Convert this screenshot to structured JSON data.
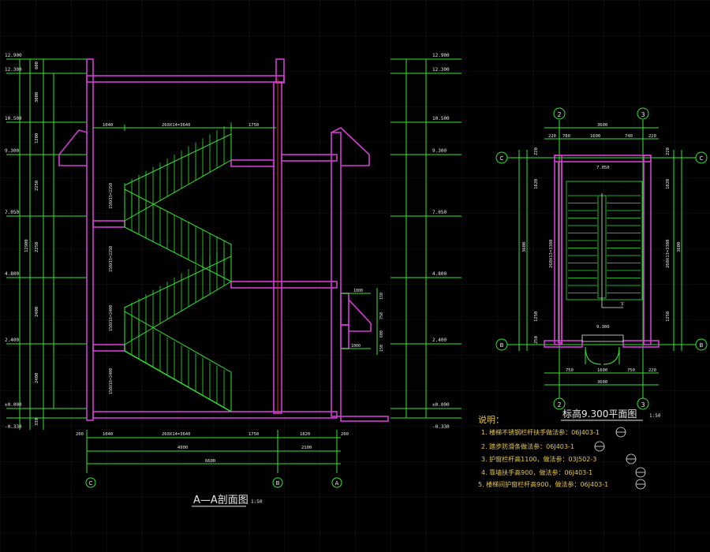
{
  "colors": {
    "background": "#000000",
    "wall": "#d23cd2",
    "stair": "#33e633",
    "dimension": "#33e633",
    "axis": "#e0e0e0",
    "text": "#e8e8e8",
    "note": "#e6c84a",
    "grid": "#1a1a1a",
    "red": "#e03030"
  },
  "section": {
    "title": "A—A剖面图",
    "scale": "1:50",
    "axis_labels": [
      "C",
      "B",
      "A"
    ],
    "left_elevations": [
      "12.900",
      "12.300",
      "10.500",
      "9.300",
      "7.050",
      "4.800",
      "2.400",
      "±0.000",
      "-0.330"
    ],
    "right_elevations": [
      "12.900",
      "12.300",
      "10.500",
      "9.300",
      "7.050",
      "4.800",
      "2.400",
      "±0.000",
      "-0.330"
    ],
    "left_dims": [
      "600",
      "3000",
      "1200",
      "2250",
      "2250",
      "2400",
      "2400",
      "330"
    ],
    "total_height": "12900",
    "bottom_dims_row1": [
      "200",
      "1040",
      "260X14=3640",
      "1750",
      "1820",
      "200"
    ],
    "bottom_dims_row2": [
      "4900",
      "2100"
    ],
    "bottom_dims_row3": "6600",
    "top_dims": [
      "1040",
      "260X14=3640",
      "1750"
    ],
    "flight_labels": [
      "150X15=2250",
      "150X15=2250",
      "150X16=2400",
      "150X16=2400"
    ],
    "small_dims": [
      "1000",
      "1000",
      "150",
      "750",
      "600",
      "150"
    ]
  },
  "plan": {
    "title": "标高9.300平面图",
    "scale": "1:50",
    "axis_top": [
      "2",
      "3"
    ],
    "axis_bottom": [
      "2",
      "3"
    ],
    "axis_side": [
      "C",
      "B"
    ],
    "top_dims_row1": "3600",
    "top_dims_row2": [
      "220",
      "780",
      "1600",
      "740",
      "220"
    ],
    "bottom_dims_row1": [
      "750",
      "1600",
      "750",
      "220"
    ],
    "bottom_dims_row2": "3600",
    "elev_top": "7.050",
    "elev_bottom": "9.300",
    "left_dims": [
      "220",
      "1820",
      "3600",
      "1250",
      "250"
    ],
    "right_dims": [
      "220",
      "1820",
      "260X13=3380",
      "3600",
      "1250"
    ],
    "stair_dim": "260X13=3380",
    "up_label": "下"
  },
  "notes": {
    "heading": "说明：",
    "items": [
      "1. 楼梯不锈钢栏杆扶手做法参：06J403-1",
      "2. 踏步防滑条做法参：06J403-1",
      "3. 护窗栏杆高1100，做法参：03J502-3",
      "4. 靠墙扶手高900，做法参：06J403-1",
      "5. 楼梯间护窗栏杆高900，做法参：06J403-1"
    ]
  }
}
